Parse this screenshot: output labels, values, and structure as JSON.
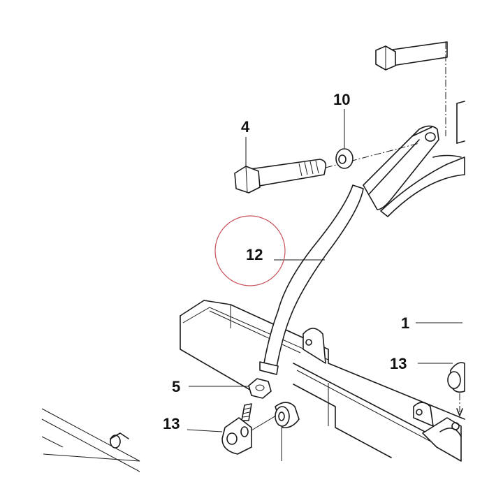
{
  "diagram": {
    "callouts": [
      {
        "id": "part-4",
        "text": "4"
      },
      {
        "id": "part-10",
        "text": "10"
      },
      {
        "id": "part-12",
        "text": "12"
      },
      {
        "id": "part-1",
        "text": "1"
      },
      {
        "id": "part-13-right",
        "text": "13"
      },
      {
        "id": "part-5",
        "text": "5"
      },
      {
        "id": "part-13-left",
        "text": "13"
      }
    ],
    "highlight": {
      "target": "part-12",
      "color": "#c8505a"
    },
    "line_color": "#1a1a1a"
  }
}
